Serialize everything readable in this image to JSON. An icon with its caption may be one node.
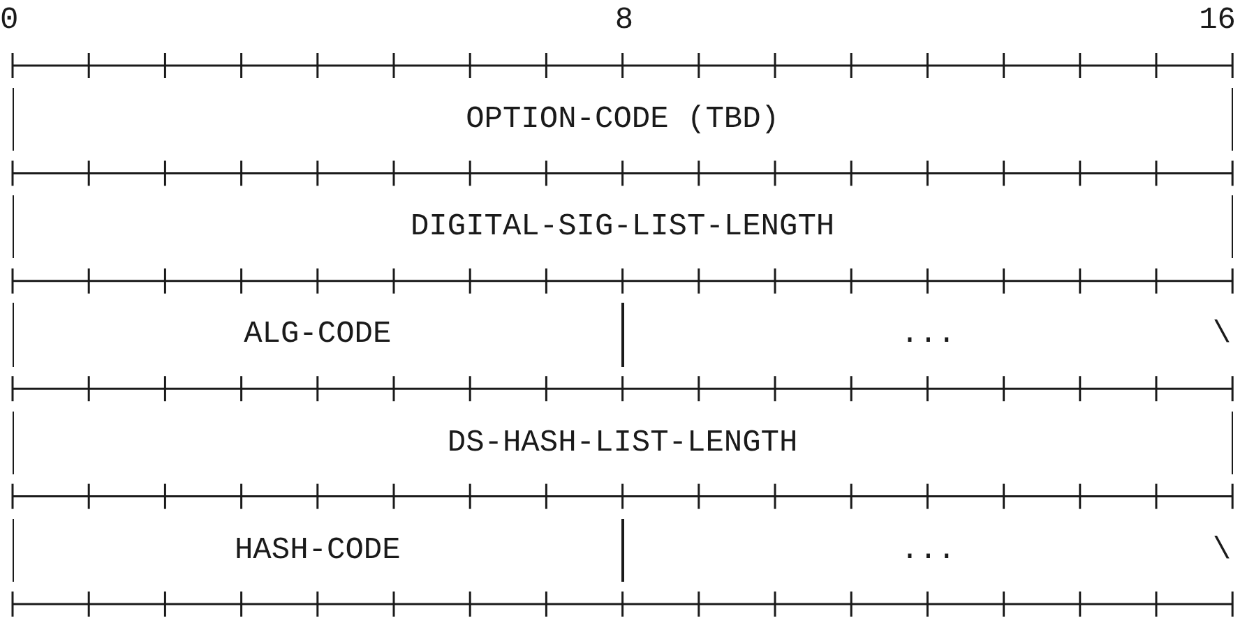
{
  "diagram": {
    "nodes": [
      {
        "text": [
          "OPTION-CODE (TBD)"
        ]
      },
      {
        "text": [
          "DIGITAL-SIG-LIST-LENGTH"
        ]
      },
      {
        "text": [
          "ALG-CODE"
        ]
      },
      {
        "text": [
          "..."
        ]
      },
      {
        "text": [
          "DS-HASH-LIST-LENGTH"
        ]
      },
      {
        "text": [
          "HASH-CODE"
        ]
      },
      {
        "text": [
          "..."
        ]
      }
    ],
    "labels": [
      "0",
      "8",
      "16",
      "\\",
      "\\"
    ]
  }
}
